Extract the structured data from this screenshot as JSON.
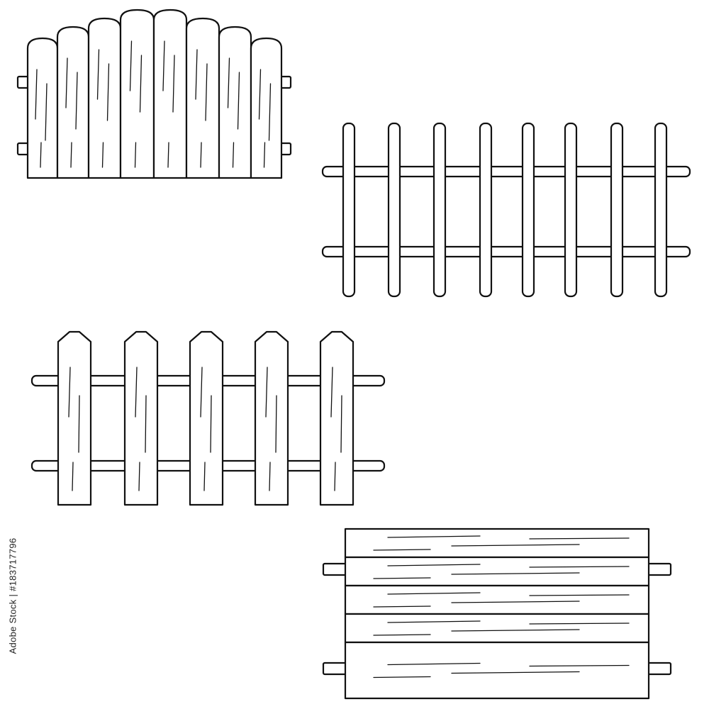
{
  "colors": {
    "background": "#ffffff",
    "ink": "#111111"
  },
  "watermark": {
    "text": "Adobe Stock | #183717796"
  },
  "illustrations": [
    {
      "name": "rounded-board-fence",
      "boards": 8,
      "rails": 2
    },
    {
      "name": "thin-picket-fence",
      "boards": 8,
      "rails": 2
    },
    {
      "name": "pointed-picket-fence",
      "boards": 5,
      "rails": 2
    },
    {
      "name": "horizontal-plank-fence",
      "boards": 5,
      "rails": 2
    }
  ]
}
